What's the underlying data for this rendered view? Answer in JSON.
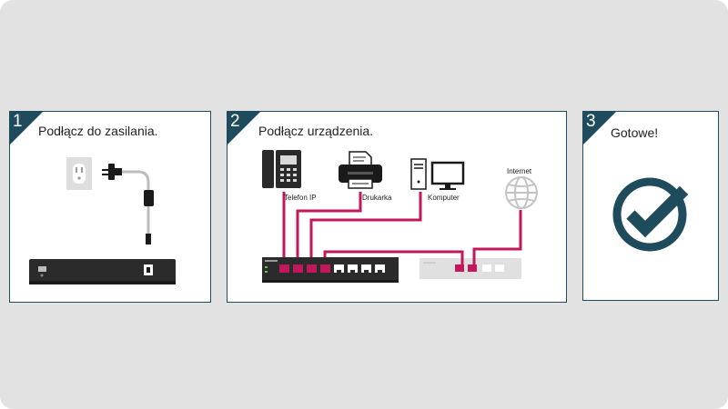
{
  "steps": [
    {
      "number": "1",
      "title": "Podłącz do zasilania."
    },
    {
      "number": "2",
      "title": "Podłącz urządzenia."
    },
    {
      "number": "3",
      "title": "Gotowe!"
    }
  ],
  "devices": {
    "ip_phone": "Telefon IP",
    "printer": "Drukarka",
    "computer": "Komputer",
    "internet": "Internet"
  },
  "colors": {
    "accent": "#1f4c5c",
    "cable": "#c2185b",
    "switch": "#2b2b2b",
    "router": "#e0e0e0"
  },
  "icons": [
    "power-outlet-icon",
    "power-plug-icon",
    "ip-phone-icon",
    "printer-icon",
    "computer-icon",
    "globe-icon",
    "checkmark-icon"
  ]
}
